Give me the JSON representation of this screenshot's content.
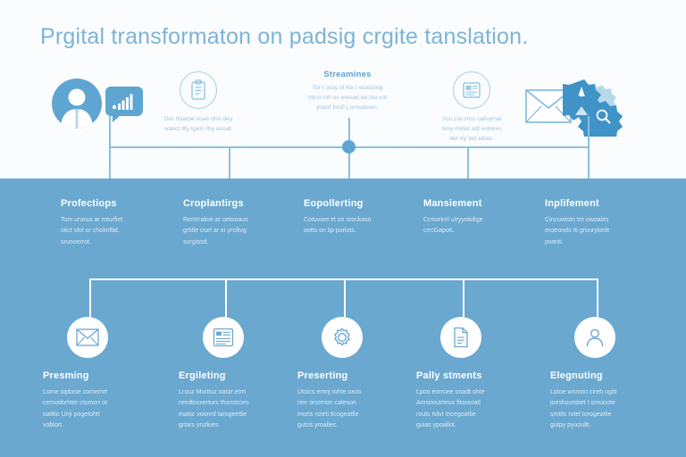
{
  "theme": {
    "background": "#fbfcfd",
    "band_blue": "#6aa8d0",
    "accent_blue": "#5ea5d2",
    "line_blue": "#8cc0de",
    "title_blue": "#7cb4d8",
    "white": "#ffffff"
  },
  "title": "Prgital transformaton on padsig crgite tanslation.",
  "top_section": {
    "items": [
      {
        "icon": "user-avatar-icon",
        "secondary_icon": "chat-bar-chart-icon",
        "heading": "",
        "body": ""
      },
      {
        "icon": "clipboard-icon",
        "heading": "",
        "body": "Der rtoatoe voae dho dey\nsolect Ifty tgerc Ihy ecoat."
      },
      {
        "icon": "",
        "heading": "Streamines",
        "body": "Tor I oray of Ke I scoazing\notirsi roh os enisad ao bia vot\nyoanf fonE j omoalwes."
      },
      {
        "icon": "newspaper-icon",
        "heading": "",
        "body": "You cut oros oalsyrnal\nomy midat odt eotores\nder try Itel etlois."
      },
      {
        "icon": "envelope-icon",
        "secondary_icon": "gears-icon",
        "heading": "",
        "body": ""
      }
    ]
  },
  "middle_section": {
    "items": [
      {
        "heading": "Profectiops",
        "body": "Tom ururua ar roturfiet\notict sfol or cholmftid.\nsruooerrot."
      },
      {
        "heading": "Croplantirgs",
        "body": "Remrralive ar oetooaus\ngrtitle osel ar ei yrcilivg\nsurgiasd."
      },
      {
        "heading": "Eopollerting",
        "body": "Cotuvoet et on srockaso\nootts on lip porlots."
      },
      {
        "heading": "Mansiement",
        "body": "Crmorirel utryyotidige\ncrrcGapoti."
      },
      {
        "heading": "Inplifement",
        "body": "Cincuwistn tre owoalits\nerotronds Iti grouryloritt\npvariti."
      }
    ]
  },
  "bottom_section": {
    "items": [
      {
        "icon": "envelope-icon",
        "heading": "Presming",
        "body": "Lome oipbroe comemrt\ncemodorhter ctomon ot\noatitio Unji pogetohtt\nvoblort."
      },
      {
        "icon": "document-lines-icon",
        "heading": "Ergileting",
        "body": "Lrouz Morttuz oator etrrt\nnerdtoxxerturs thorotcorn\nmaitic voonrd tarogeetlie\ngrtars yrutlues."
      },
      {
        "icon": "gear-icon",
        "heading": "Preserting",
        "body": "Utoics emnj rohte oxoo\nreiv orurrnon caleson\nmorts roteti ticogeatlie\ngutos yroallec."
      },
      {
        "icon": "file-document-icon",
        "heading": "Pally stments",
        "body": "Lpoo eorroee onadt ohte\nAmsooutrteus fitoraoatl\nrouts rolvt tricegoatlie\nguias ypoallot."
      },
      {
        "icon": "user-profile-icon",
        "heading": "Elegnuting",
        "body": "Lotoe wnmon cireh ugitt\njoeshoutsbet t omuoote\nsmtits rotel torogeatlie\ngutpy pyuoullt."
      }
    ]
  }
}
